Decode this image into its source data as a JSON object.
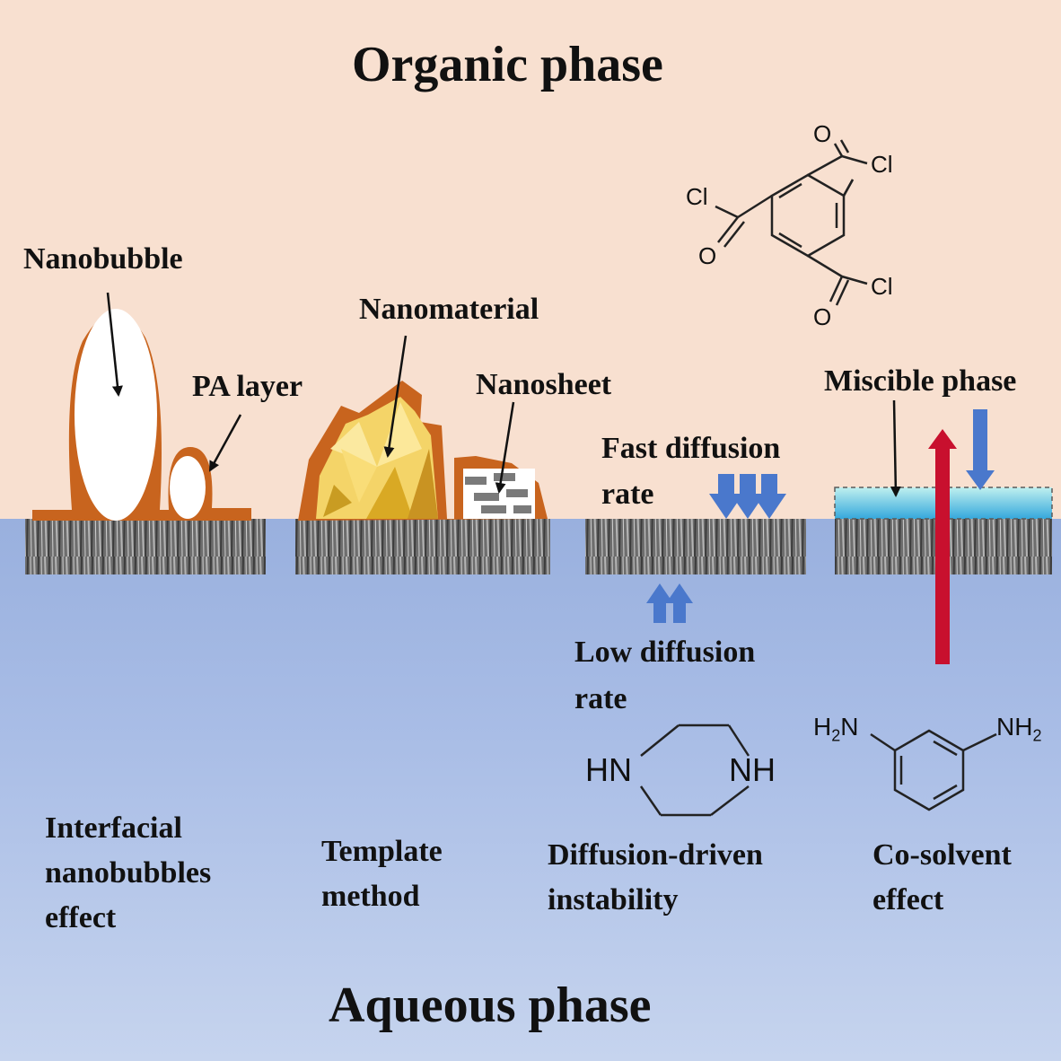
{
  "phases": {
    "top": "Organic phase",
    "bottom": "Aqueous phase"
  },
  "labels": {
    "nanobubble": "Nanobubble",
    "pa_layer": "PA layer",
    "nanomaterial": "Nanomaterial",
    "nanosheet": "Nanosheet",
    "miscible_phase": "Miscible phase",
    "fast_diffusion_1": "Fast diffusion",
    "fast_diffusion_2": "rate",
    "low_diffusion_1": "Low diffusion",
    "low_diffusion_2": "rate"
  },
  "mechanisms": {
    "m1": [
      "Interfacial",
      "nanobubbles",
      "effect"
    ],
    "m2": [
      "Template",
      "method"
    ],
    "m3": [
      "Diffusion-driven",
      "instability"
    ],
    "m4": [
      "Co-solvent",
      "effect"
    ]
  },
  "chem": {
    "tmc": {
      "o": "O",
      "cl": "Cl"
    },
    "piperazine": {
      "hn": "HN",
      "nh": "NH"
    },
    "mpd": {
      "h": "H",
      "sub2": "2",
      "n": "N",
      "nh": "NH"
    }
  },
  "colors": {
    "organic": "#f8e0d0",
    "aqueous": "#a9bde6",
    "pa_layer": "#c8641e",
    "arrow_blue": "#4a78cc",
    "arrow_red": "#c8102e",
    "crystal": "#f2cf52"
  }
}
